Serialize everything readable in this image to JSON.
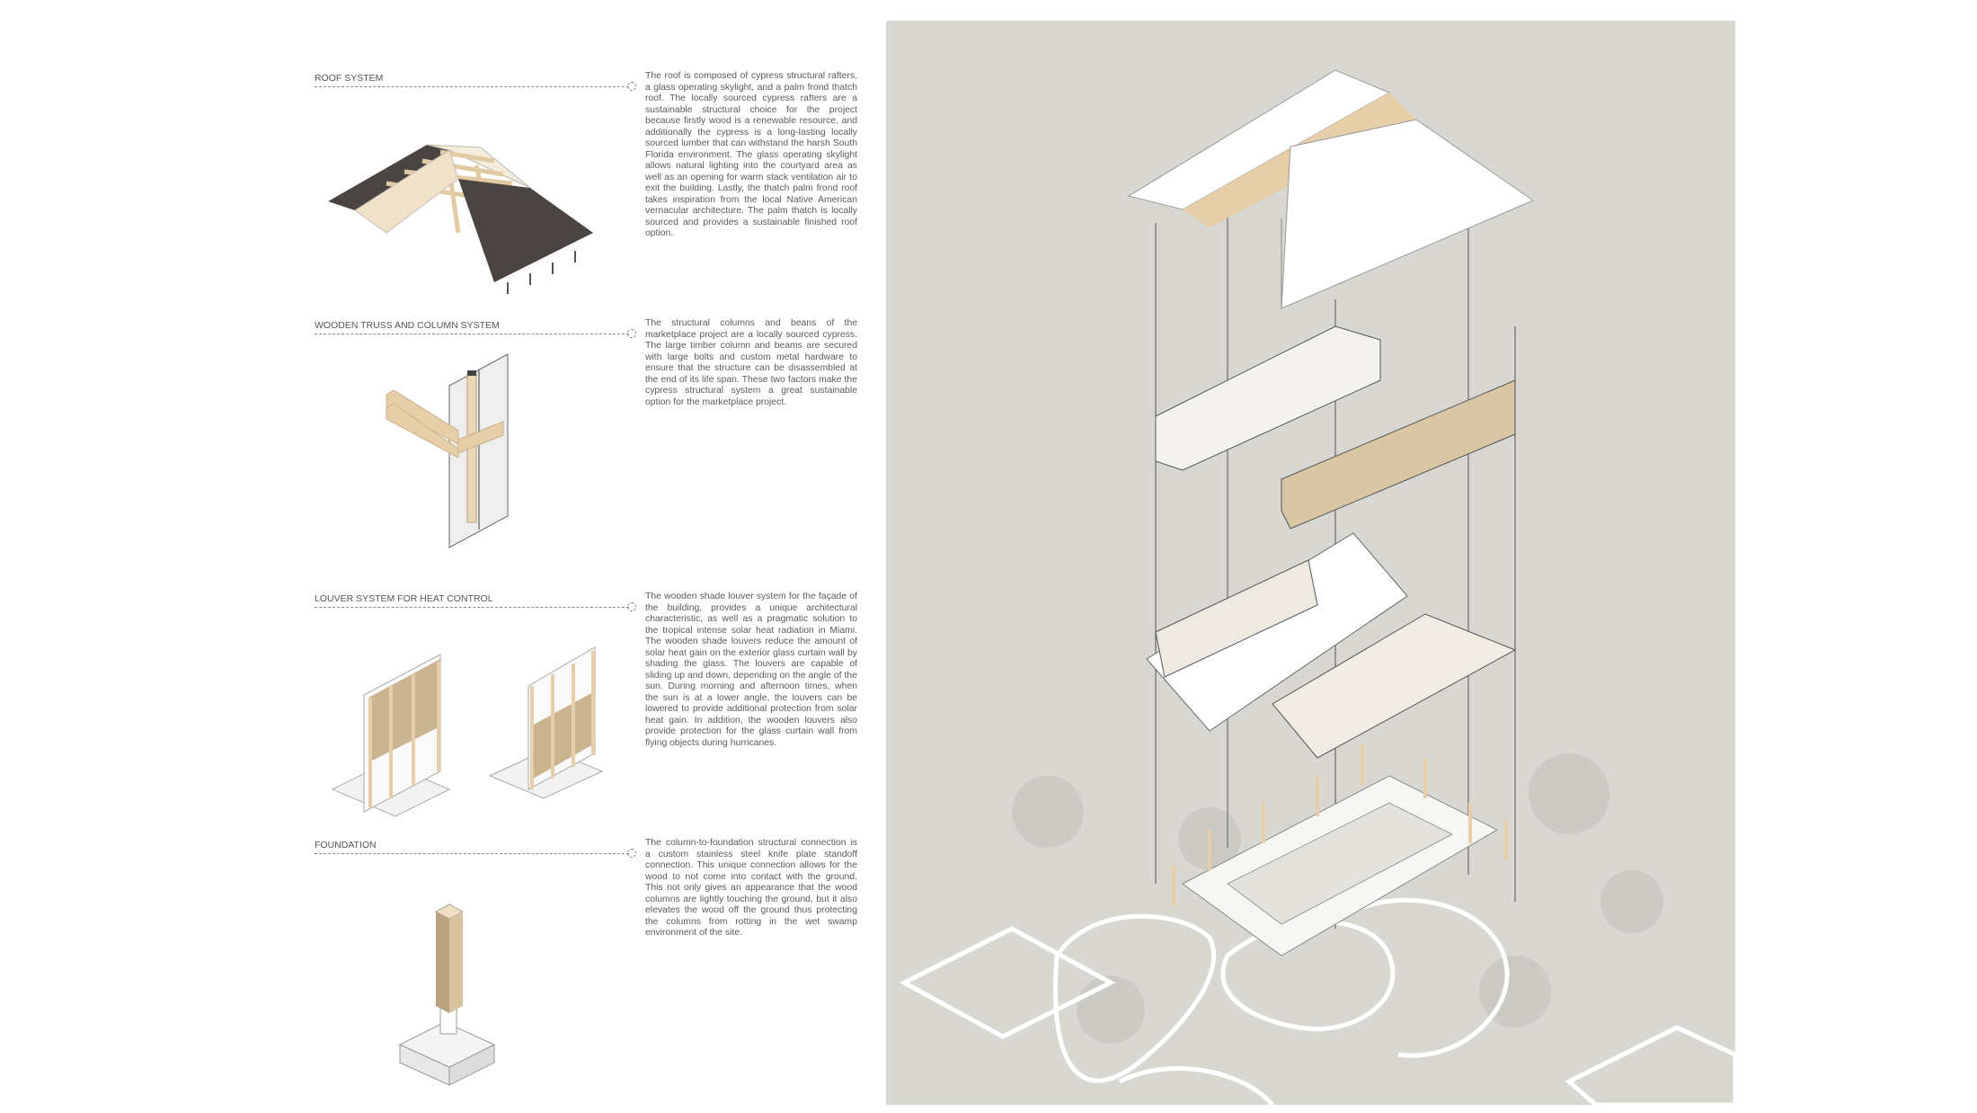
{
  "sections": [
    {
      "title": "ROOF SYSTEM",
      "body": "The roof is composed of cypress structural rafters, a glass operating skylight, and a palm frond thatch roof. The locally sourced cypress rafters are a sustainable structural choice for the project because firstly wood is a renewable resource, and additionally the cypress is a long-lasting locally sourced lumber that can withstand the harsh South Florida environment. The glass operating skylight allows natural lighting into the courtyard area as well as an opening for warm stack ventilation air to exit the building. Lastly, the thatch palm frond roof takes inspiration from the local Native American vernacular architecture. The palm thatch is locally sourced and provides a sustainable finished roof option."
    },
    {
      "title": "WOODEN TRUSS AND COLUMN SYSTEM",
      "body": "The structural columns and beans of the marketplace project are a locally sourced cypress. The large timber column and beams are secured with large bolts and custom metal hardware to ensure that the structure can be disassembled at the end of its life span. These two factors make the cypress structural system a great sustainable option for the marketplace project."
    },
    {
      "title": "LOUVER SYSTEM FOR HEAT CONTROL",
      "body": "The wooden shade louver system for the façade of the building, provides a unique architectural characteristic, as well as a pragmatic solution to the tropical intense solar heat radiation in Miami. The wooden shade louvers reduce the amount of solar heat gain on the exterior glass curtain wall by shading the glass. The louvers are capable of sliding up and down, depending on the angle of the sun. During morning and afternoon times, when the sun is at a lower angle, the louvers can be lowered to provide additional protection from solar heat gain. In addition, the wooden louvers also provide protection for the glass curtain wall from flying objects during hurricanes."
    },
    {
      "title": "FOUNDATION",
      "body": "The column-to-foundation structural connection is a custom stainless steel knife plate standoff connection. This unique connection allows for the wood to not come into contact with the ground. This not only gives an appearance that the wood columns are lightly touching the ground, but it also elevates the wood off the ground thus protecting the columns from rotting in the wet swamp environment of the site."
    }
  ],
  "colors": {
    "panel_bg": "#d9d7d2",
    "wood": "#e6cfa8",
    "thatch": "#4a4542",
    "text": "#555555"
  }
}
